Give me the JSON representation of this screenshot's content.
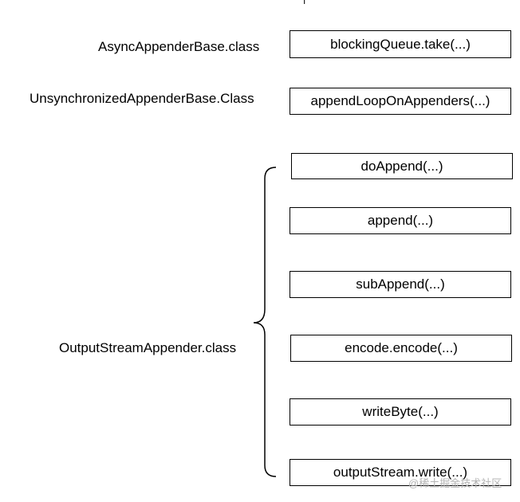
{
  "class_labels": {
    "async": "AsyncAppenderBase.class",
    "unsync": "UnsynchronizedAppenderBase.Class",
    "output": "OutputStreamAppender.class"
  },
  "methods": [
    "blockingQueue.take(...)",
    "appendLoopOnAppenders(...)",
    "doAppend(...)",
    "append(...)",
    "subAppend(...)",
    "encode.encode(...)",
    "writeByte(...)",
    "outputStream.write(...)"
  ],
  "watermark": "@稀土掘金技术社区",
  "top_mark": "ı",
  "colors": {
    "line": "#000000",
    "watermark": "#b5b5b5",
    "background": "#ffffff"
  }
}
